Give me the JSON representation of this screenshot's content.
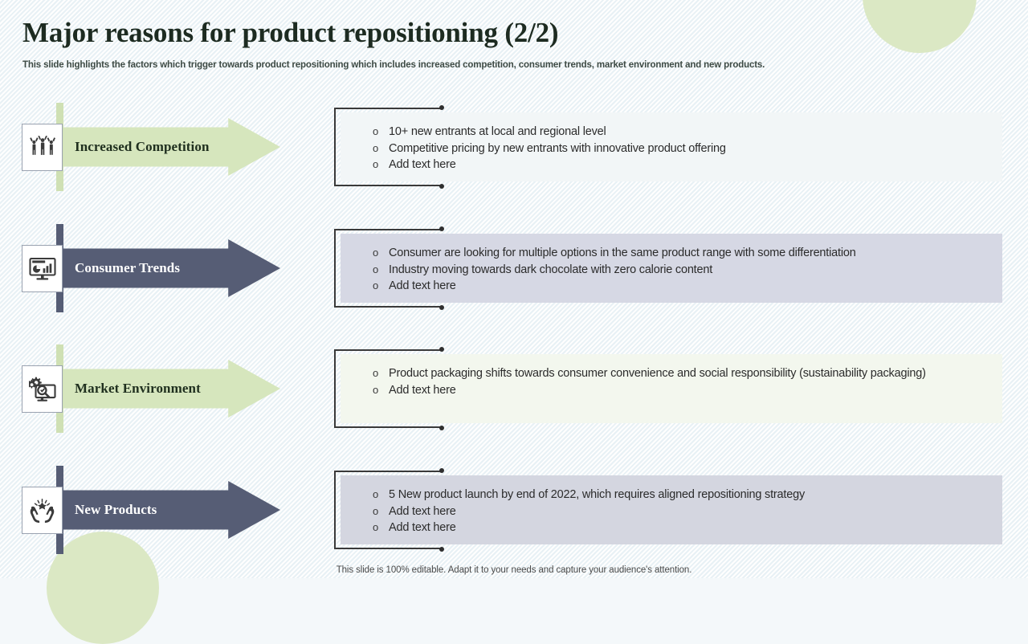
{
  "header": {
    "title": "Major reasons for product repositioning (2/2)",
    "subtitle": "This slide highlights the factors which trigger towards product repositioning which includes increased competition, consumer trends, market environment and new products."
  },
  "footer": {
    "note": "This slide is 100% editable. Adapt it to your needs and capture your audience's attention."
  },
  "colors": {
    "background": "#f5f9fb",
    "accent_green": "#d6e6bd",
    "accent_green_bar": "#cfe0b4",
    "accent_dark": "#565d75",
    "deco_circle": "#dbe8c4",
    "box_pale_grey": "#f2f6f7",
    "box_lavender": "#d6d8e4",
    "box_pale_green": "#f3f7ee",
    "box_grey": "#d4d6e0",
    "title_text": "#1d2b21",
    "body_text": "#2b2b2b"
  },
  "bullet_symbol": "o",
  "rows": [
    {
      "label": "Increased Competition",
      "icon": "celebrating-people-icon",
      "theme": "green",
      "box_fill": "pale-grey",
      "bullets": [
        "10+ new entrants at local and regional level",
        "Competitive pricing by new entrants with innovative product offering",
        "Add text here"
      ]
    },
    {
      "label": "Consumer Trends",
      "icon": "monitor-analytics-icon",
      "theme": "dark",
      "box_fill": "lavender",
      "bullets": [
        "Consumer are looking for multiple options in the same product range with some differentiation",
        "Industry moving towards dark chocolate with zero calorie content",
        "Add text here"
      ]
    },
    {
      "label": "Market Environment",
      "icon": "gear-monitor-search-icon",
      "theme": "green",
      "box_fill": "pale-green",
      "bullets": [
        "Product packaging shifts towards consumer convenience and social responsibility (sustainability packaging)",
        "Add text here"
      ]
    },
    {
      "label": "New Products",
      "icon": "hands-new-product-icon",
      "theme": "dark",
      "box_fill": "grey",
      "bullets": [
        "5 New product launch by end of 2022, which requires aligned repositioning strategy",
        "Add text here",
        "Add text here"
      ]
    }
  ]
}
